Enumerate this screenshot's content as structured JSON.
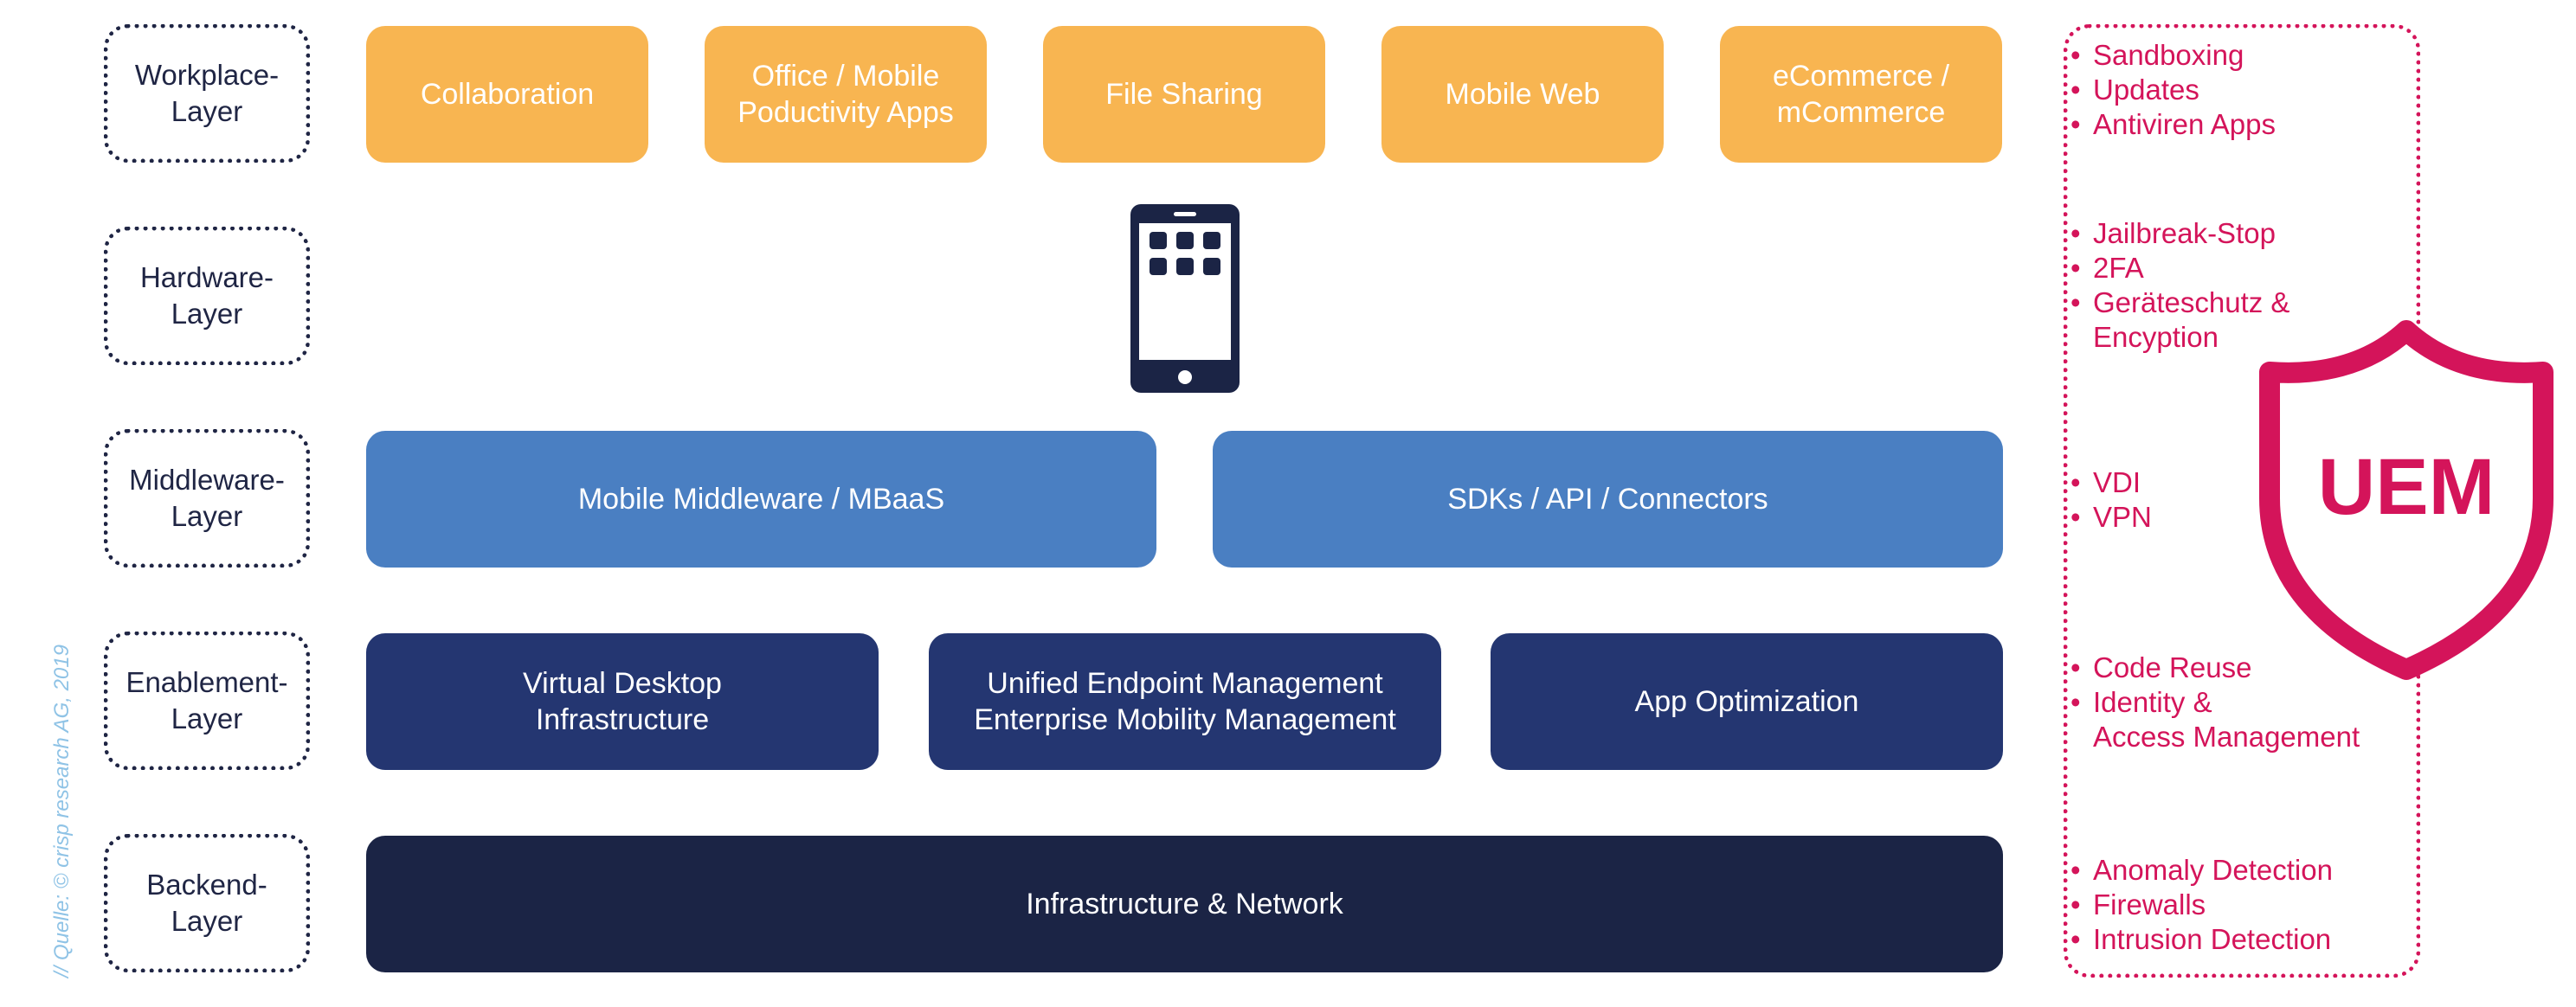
{
  "layers": [
    {
      "label": "Workplace-\nLayer"
    },
    {
      "label": "Hardware-\nLayer"
    },
    {
      "label": "Middleware-\nLayer"
    },
    {
      "label": "Enablement-\nLayer"
    },
    {
      "label": "Backend-\nLayer"
    }
  ],
  "workplace": [
    "Collaboration",
    "Office / Mobile\nPoductivity Apps",
    "File Sharing",
    "Mobile Web",
    "eCommerce /\nmCommerce"
  ],
  "middleware": [
    "Mobile Middleware / MBaaS",
    "SDKs / API / Connectors"
  ],
  "enablement": [
    "Virtual Desktop\nInfrastructure",
    "Unified Endpoint Management\nEnterprise Mobility Management",
    "App Optimization"
  ],
  "backend": [
    "Infrastructure & Network"
  ],
  "uem": {
    "title": "UEM",
    "groups": [
      [
        "Sandboxing",
        "Updates",
        "Antiviren Apps"
      ],
      [
        "Jailbreak-Stop",
        "2FA",
        "Geräteschutz &\n Encyption"
      ],
      [
        "VDI",
        "VPN"
      ],
      [
        "Code Reuse",
        "Identity &\n Access Management"
      ],
      [
        "Anomaly Detection",
        "Firewalls",
        "Intrusion Detection"
      ]
    ]
  },
  "source": "// Quelle: © crisp research AG, 2019",
  "colors": {
    "orange": "#f8b551",
    "light_blue": "#4a7fc2",
    "navy": "#243671",
    "dark_navy": "#1b2445",
    "accent": "#d4145a",
    "source": "#8fc3e6"
  },
  "icons": {
    "hardware": "smartphone-icon",
    "uem": "shield-icon"
  }
}
